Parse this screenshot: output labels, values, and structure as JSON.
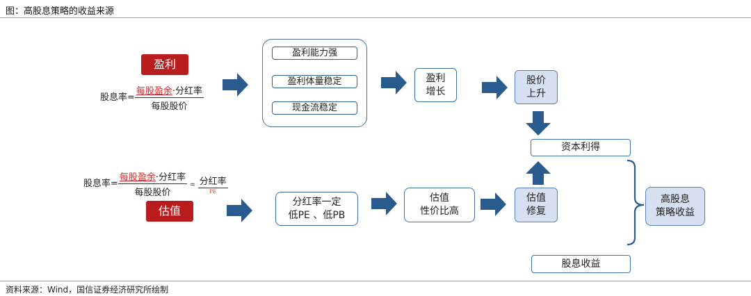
{
  "header": {
    "title": "图：高股息策略的收益来源"
  },
  "footer": {
    "source": "资料来源：Wind，国信证券经济研究所绘制"
  },
  "diagram": {
    "top": {
      "tag": "盈利",
      "formula": {
        "lhs": "股息率=",
        "numerator_red": "每股盈余",
        "numerator_rest": "·分红率",
        "denominator": "每股股价"
      },
      "group_items": [
        "盈利能力强",
        "盈利体量稳定",
        "现金流稳定"
      ],
      "mid_box": [
        "盈利",
        "增长"
      ],
      "result_box": [
        "股价",
        "上升"
      ]
    },
    "bottom": {
      "tag": "估值",
      "formula": {
        "lhs": "股息率=",
        "numerator_red": "每股盈余",
        "numerator_rest": "·分红率",
        "denominator": "每股股价",
        "eq": "=",
        "rhs_numerator": "分红率",
        "rhs_denominator": "PE"
      },
      "box1": [
        "分红率一定",
        "低PE 、低PB"
      ],
      "box2": [
        "估值",
        "性价比高"
      ],
      "result_box": [
        "估值",
        "修复"
      ]
    },
    "capital_gain": "资本利得",
    "dividend_income": "股息收益",
    "final_box": [
      "高股息",
      "策略收益"
    ],
    "colors": {
      "arrow": "#2a5b8e",
      "tag_bg": "#b81c1c",
      "box_border": "#3b6fa6",
      "shaded_bg": "#d6e0f0",
      "red_text": "#d3252a"
    }
  }
}
